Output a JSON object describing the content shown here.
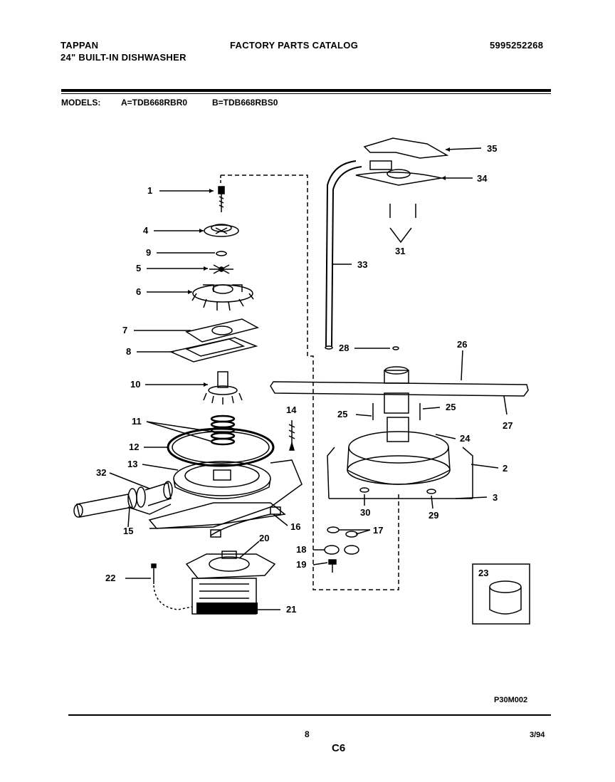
{
  "header": {
    "brand": "TAPPAN",
    "product": "24\" BUILT-IN DISHWASHER",
    "catalog": "FACTORY PARTS CATALOG",
    "catalog_number": "5995252268"
  },
  "models": {
    "label": "MODELS:",
    "model_a": "A=TDB668RBR0",
    "model_b": "B=TDB668RBS0"
  },
  "callouts": [
    "1",
    "4",
    "9",
    "5",
    "6",
    "7",
    "8",
    "10",
    "11",
    "12",
    "13",
    "32",
    "15",
    "14",
    "16",
    "20",
    "22",
    "21",
    "35",
    "34",
    "31",
    "33",
    "28",
    "26",
    "25",
    "25",
    "24",
    "27",
    "2",
    "3",
    "30",
    "29",
    "17",
    "18",
    "19",
    "23"
  ],
  "footer": {
    "drawing_code": "P30M002",
    "page_number": "8",
    "section": "C6",
    "date": "3/94"
  }
}
